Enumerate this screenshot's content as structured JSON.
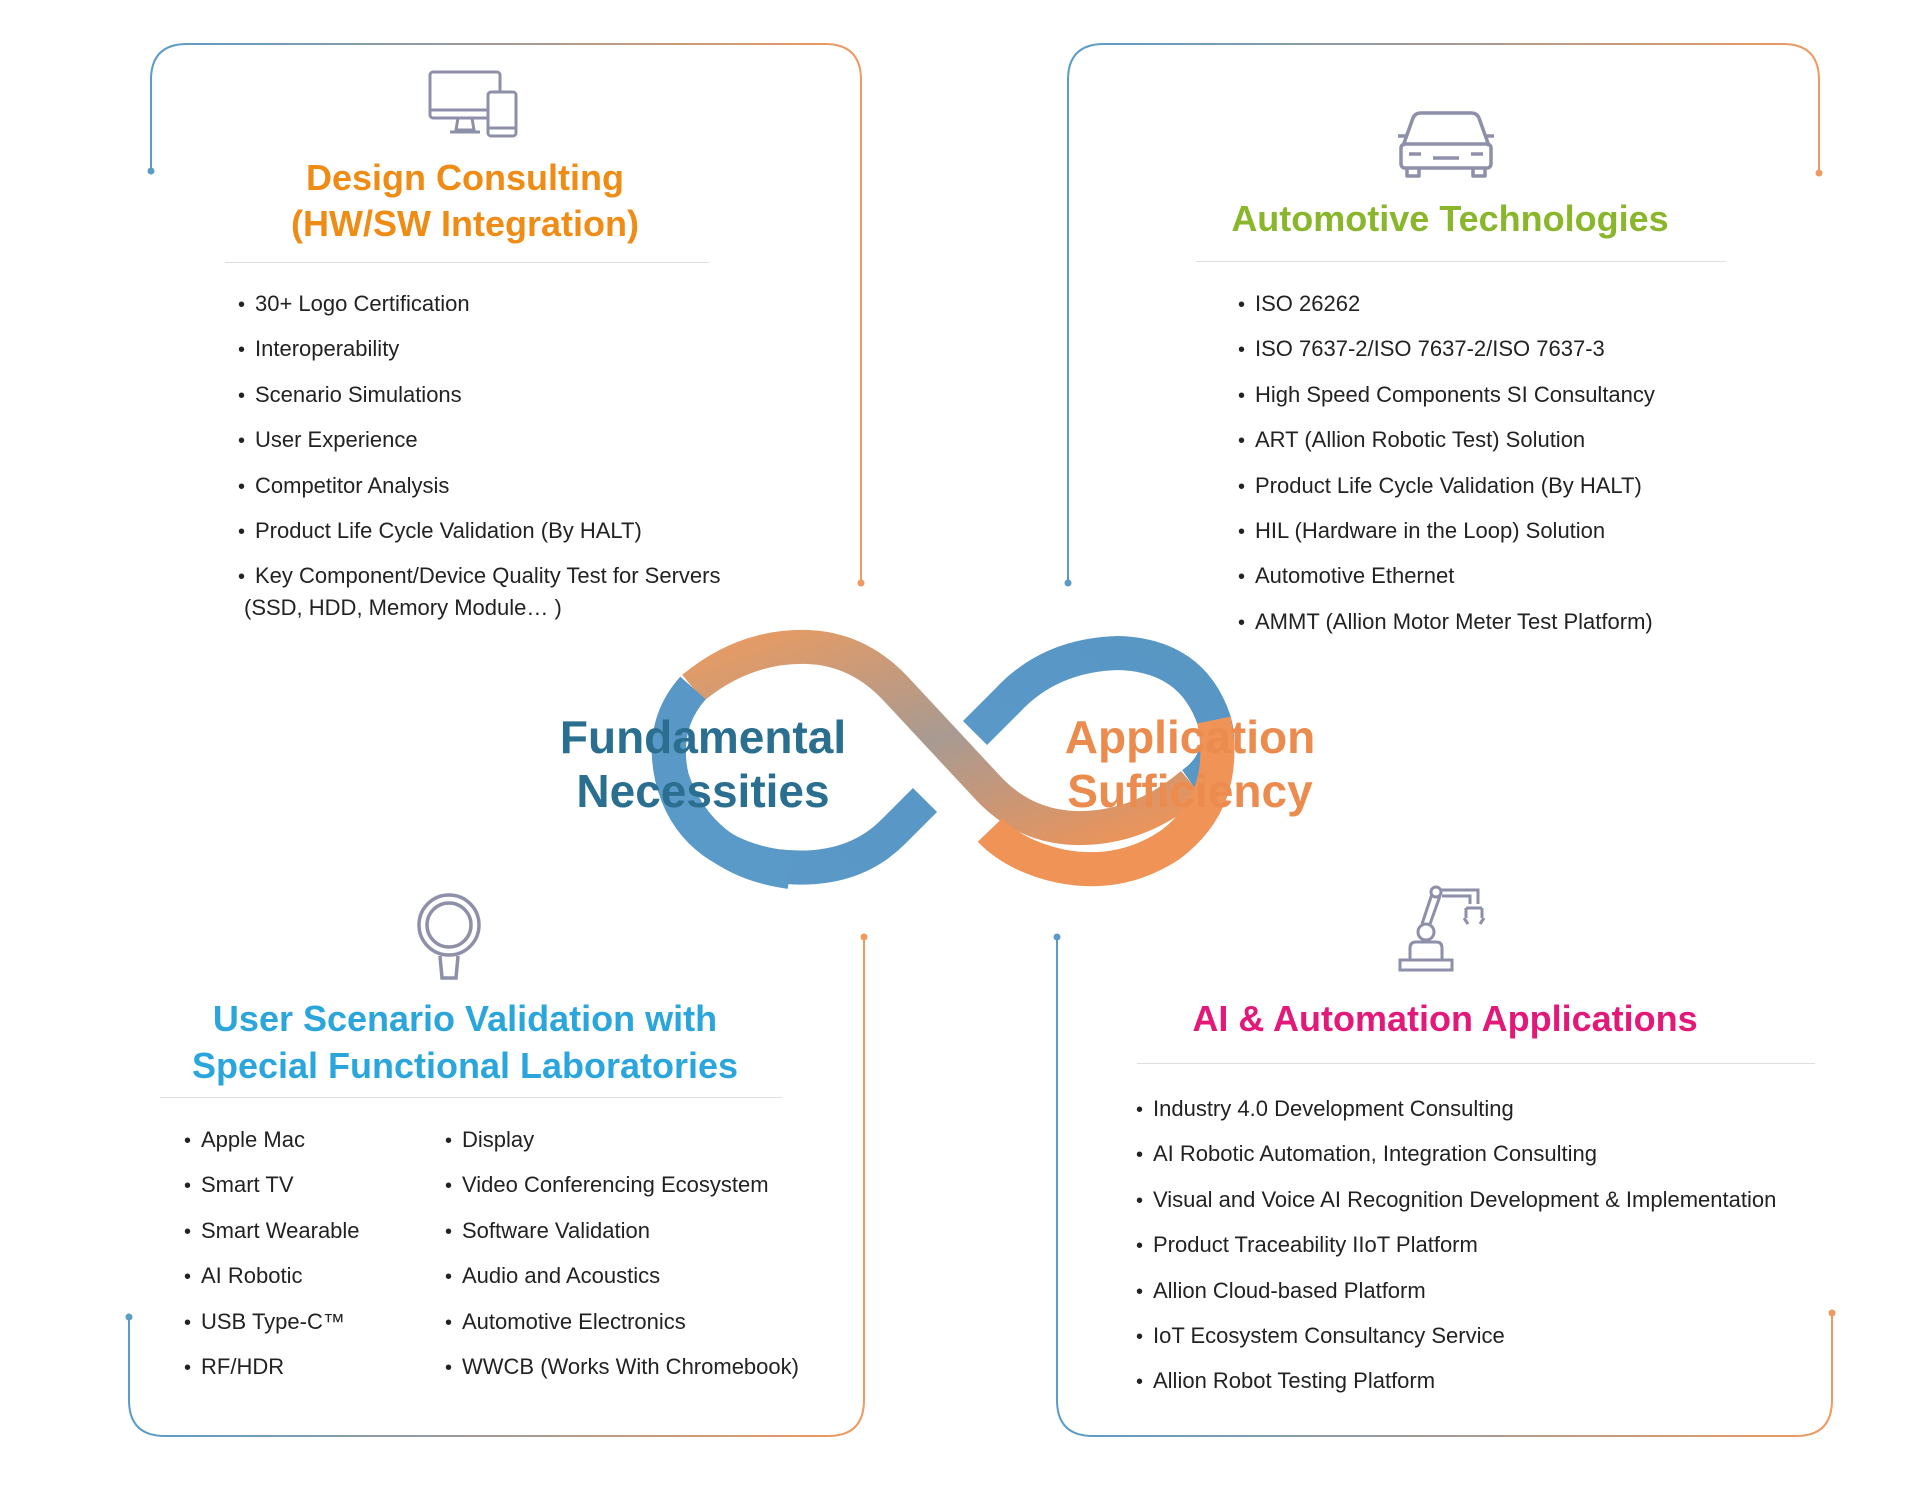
{
  "center": {
    "left_label": [
      "Fundamental",
      "Necessities"
    ],
    "right_label": [
      "Application",
      "Sufficiency"
    ],
    "colors": {
      "left": "#2a6f8f",
      "right": "#eb8c4e"
    }
  },
  "panels": {
    "design": {
      "title": [
        "Design Consulting",
        "(HW/SW Integration)"
      ],
      "color": "#ef8c15",
      "icon": "monitor-and-phone-icon",
      "items": [
        "30+ Logo Certification",
        "Interoperability",
        "Scenario Simulations",
        "User Experience",
        "Competitor Analysis",
        "Product Life Cycle Validation (By HALT)",
        "Key Component/Device Quality Test for Servers"
      ],
      "continuation": "(SSD, HDD, Memory Module… )"
    },
    "automotive": {
      "title": "Automotive Technologies",
      "color": "#8ab62c",
      "icon": "car-icon",
      "items": [
        "ISO 26262",
        "ISO 7637-2/ISO 7637-2/ISO 7637-3",
        "High Speed Components SI Consultancy",
        "ART (Allion Robotic Test) Solution",
        "Product Life Cycle Validation (By HALT)",
        "HIL (Hardware in the Loop) Solution",
        "Automotive Ethernet",
        "AMMT (Allion Motor Meter Test Platform)"
      ]
    },
    "user_scenario": {
      "title": [
        "User Scenario Validation with",
        "Special Functional Laboratories"
      ],
      "color": "#2aa6dc",
      "icon": "magnifier-icon",
      "items_left": [
        "Apple Mac",
        "Smart TV",
        "Smart Wearable",
        "AI Robotic",
        "USB Type-C™",
        "RF/HDR"
      ],
      "items_right": [
        "Display",
        "Video Conferencing Ecosystem",
        "Software Validation",
        "Audio and Acoustics",
        "Automotive Electronics",
        "WWCB (Works With Chromebook)"
      ]
    },
    "ai": {
      "title": "AI & Automation Applications",
      "color": "#e3197a",
      "icon": "robot-arm-icon",
      "items": [
        "Industry 4.0 Development Consulting",
        "AI Robotic Automation, Integration Consulting",
        "Visual and Voice AI Recognition Development & Implementation",
        "Product Traceability IIoT Platform",
        "Allion Cloud-based Platform",
        "IoT Ecosystem Consultancy Service",
        "Allion Robot Testing Platform"
      ]
    }
  }
}
